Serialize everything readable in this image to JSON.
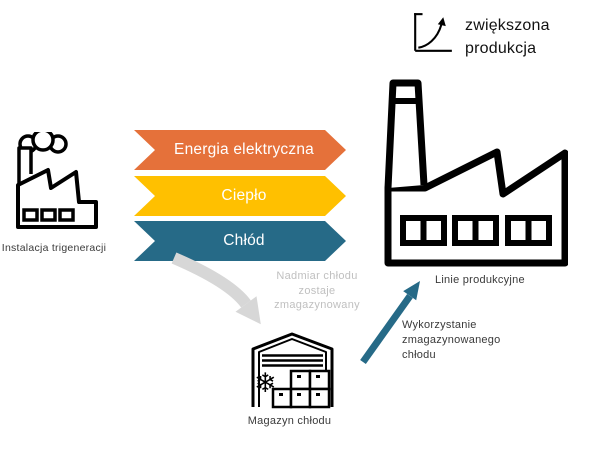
{
  "header": {
    "line1": "zwiększona",
    "line2": "produkcja"
  },
  "flows": [
    {
      "label": "Energia elektryczna",
      "color": "#E5713A"
    },
    {
      "label": "Ciepło",
      "color": "#FFC000"
    },
    {
      "label": "Chłód",
      "color": "#266A87"
    }
  ],
  "nodes": {
    "trigeneration": {
      "label": "Instalacja trigeneracji"
    },
    "production": {
      "label": "Linie produkcyjne"
    },
    "storage": {
      "label": "Magazyn chłodu"
    }
  },
  "annotations": {
    "surplus": {
      "line1": "Nadmiar chłodu",
      "line2": "zostaje",
      "line3": "zmagazynowany"
    },
    "usage": {
      "line1": "Wykorzystanie",
      "line2": "zmagazynowanego",
      "line3": "chłodu"
    }
  },
  "icons": {
    "snowflake": "❄"
  },
  "colors": {
    "electricity": "#E5713A",
    "heat": "#FFC000",
    "cold": "#266A87",
    "storage_arrow": "#D7D7D7",
    "usage_arrow": "#266A87",
    "muted_text": "#C0C0C0",
    "label_text": "#3A3A3A",
    "icon_stroke": "#000000"
  }
}
